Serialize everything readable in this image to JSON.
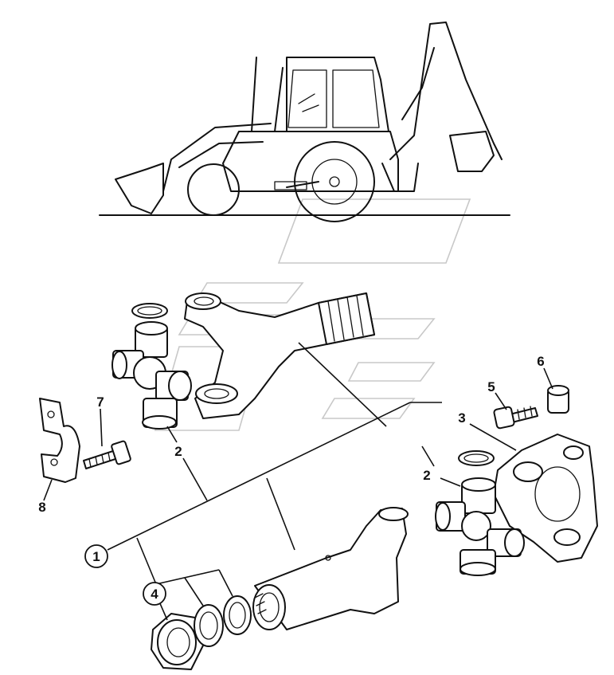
{
  "callouts": [
    {
      "id": "c1",
      "label": "1",
      "circled": true
    },
    {
      "id": "c2a",
      "label": "2",
      "circled": false
    },
    {
      "id": "c2b",
      "label": "2",
      "circled": false
    },
    {
      "id": "c3",
      "label": "3",
      "circled": false
    },
    {
      "id": "c4",
      "label": "4",
      "circled": true
    },
    {
      "id": "c5",
      "label": "5",
      "circled": false
    },
    {
      "id": "c6",
      "label": "6",
      "circled": false
    },
    {
      "id": "c7",
      "label": "7",
      "circled": false
    },
    {
      "id": "c8",
      "label": "8",
      "circled": false
    }
  ],
  "colors": {
    "ink": "#111111",
    "background": "#ffffff",
    "watermark": "#c8c8c8"
  }
}
